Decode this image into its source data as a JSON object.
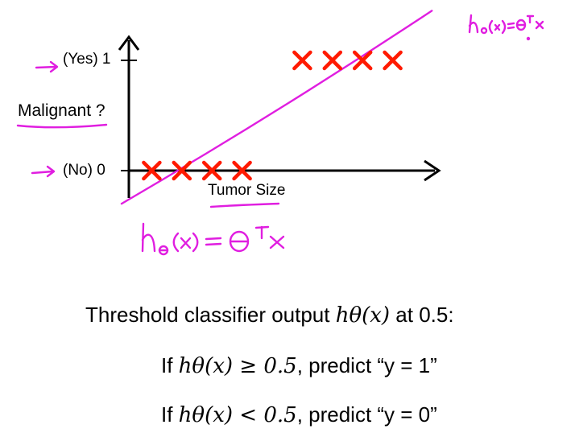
{
  "chart_data": {
    "type": "scatter",
    "xlabel": "Tumor Size",
    "ylabel": "Malignant ?",
    "y_ticks": [
      "(No) 0",
      "(Yes) 1"
    ],
    "series": [
      {
        "marker": "x",
        "color": "#ff1a00",
        "x": [
          1,
          2,
          3,
          4,
          6,
          7,
          8,
          9
        ],
        "y": [
          0,
          0,
          0,
          0,
          1,
          1,
          1,
          1
        ]
      }
    ],
    "fit_line": {
      "color": "#e01ee0",
      "points": [
        [
          0,
          -0.3
        ],
        [
          10.3,
          1.45
        ]
      ]
    },
    "annotations": [
      "hθ(x) = Θᵀx",
      "hθ(x)=Θᵀx"
    ]
  },
  "text": {
    "line1_pre": "Threshold classifier output ",
    "line1_math": "hθ(x)",
    "line1_post": " at 0.5:",
    "line2_pre": "If ",
    "line2_math": "hθ(x) ≥ 0.5",
    "line2_post": ", predict “y = 1”",
    "line3_pre": "If ",
    "line3_math": "hθ(x) < 0.5",
    "line3_post": ", predict “y = 0”"
  }
}
